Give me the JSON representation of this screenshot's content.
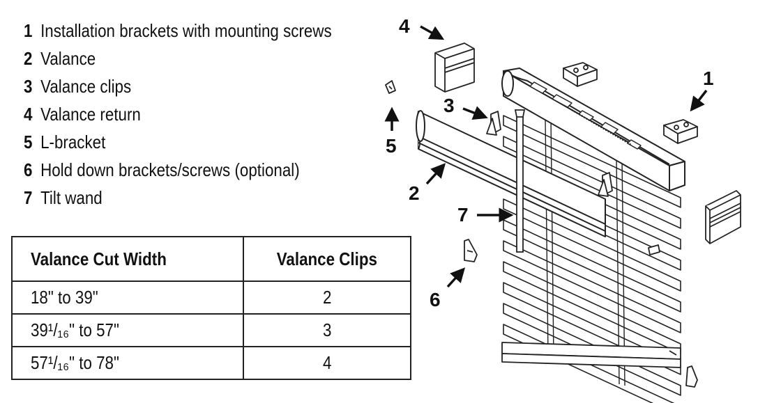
{
  "parts": [
    {
      "num": "1",
      "label": "Installation brackets with mounting screws"
    },
    {
      "num": "2",
      "label": "Valance"
    },
    {
      "num": "3",
      "label": "Valance clips"
    },
    {
      "num": "4",
      "label": "Valance return"
    },
    {
      "num": "5",
      "label": "L-bracket"
    },
    {
      "num": "6",
      "label": "Hold down brackets/screws (optional)"
    },
    {
      "num": "7",
      "label": "Tilt wand"
    }
  ],
  "table": {
    "headers": [
      "Valance Cut Width",
      "Valance Clips"
    ],
    "rows": [
      {
        "width": "18\" to 39\"",
        "clips": "2"
      },
      {
        "width": "39¹/₁₆\" to 57\"",
        "clips": "3"
      },
      {
        "width": "57¹/₁₆\" to 78\"",
        "clips": "4"
      }
    ]
  },
  "callouts": [
    "1",
    "2",
    "3",
    "4",
    "5",
    "6",
    "7"
  ]
}
